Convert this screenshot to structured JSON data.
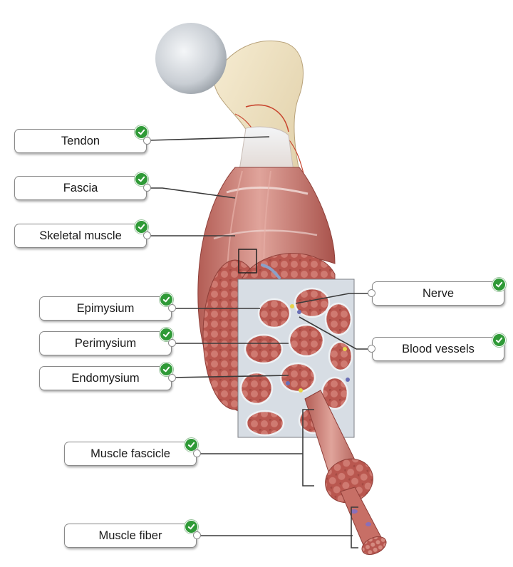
{
  "labels": {
    "tendon": "Tendon",
    "fascia": "Fascia",
    "skeletal_muscle": "Skeletal muscle",
    "epimysium": "Epimysium",
    "perimysium": "Perimysium",
    "endomysium": "Endomysium",
    "nerve": "Nerve",
    "blood_vessels": "Blood vessels",
    "muscle_fascicle": "Muscle fascicle",
    "muscle_fiber": "Muscle fiber"
  },
  "status": {
    "correct_color": "#2f9a37",
    "check_icon": "checkmark-icon"
  },
  "colors": {
    "bone": "#efe3c4",
    "muscle": "#c8736a",
    "muscle_dark": "#9e4b46",
    "connective": "#d7dde4"
  }
}
